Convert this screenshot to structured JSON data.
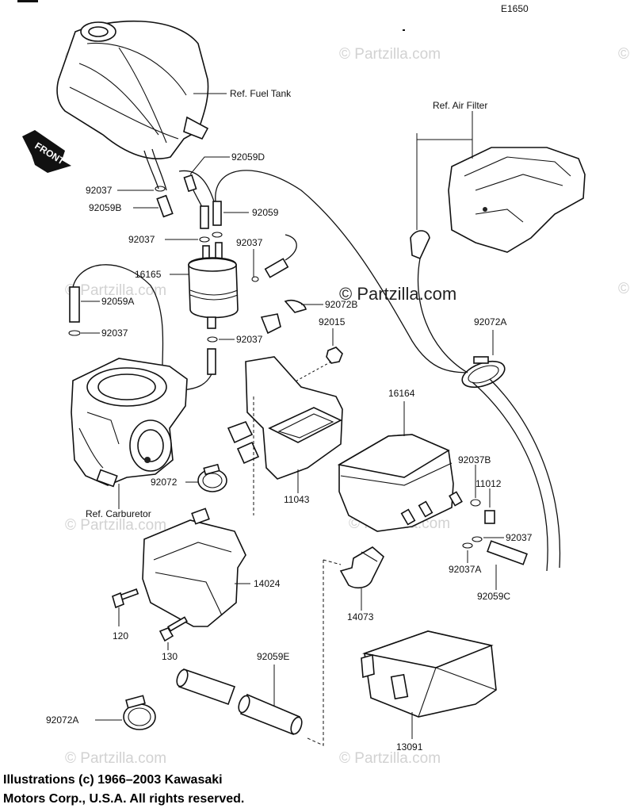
{
  "diagram": {
    "code": "E1650",
    "front_label": "FRONT",
    "references": {
      "fuel_tank": "Ref. Fuel Tank",
      "air_filter": "Ref. Air Filter",
      "carburetor": "Ref. Carburetor"
    },
    "parts": {
      "p92059D": "92059D",
      "p92037_a": "92037",
      "p92059B": "92059B",
      "p92059": "92059",
      "p92037_b": "92037",
      "p92037_c": "92037",
      "p16165": "16165",
      "p92059A": "92059A",
      "p92037_d": "92037",
      "p92072B": "92072B",
      "p92015": "92015",
      "p92037_e": "92037",
      "p92072A_top": "92072A",
      "p16164": "16164",
      "p92037B": "92037B",
      "p11012": "11012",
      "p92037_f": "92037",
      "p92037A": "92037A",
      "p92059C": "92059C",
      "p92072": "92072",
      "p11043": "11043",
      "p14024": "14024",
      "p14073": "14073",
      "p120": "120",
      "p130": "130",
      "p92059E": "92059E",
      "p92072A_bottom": "92072A",
      "p13091": "13091"
    },
    "watermarks": {
      "main": "© Partzilla.com",
      "faint": "© Partzilla.com"
    },
    "copyright_line1": "Illustrations (c) 1966–2003 Kawasaki",
    "copyright_line2": "Motors Corp., U.S.A.  All rights reserved."
  }
}
